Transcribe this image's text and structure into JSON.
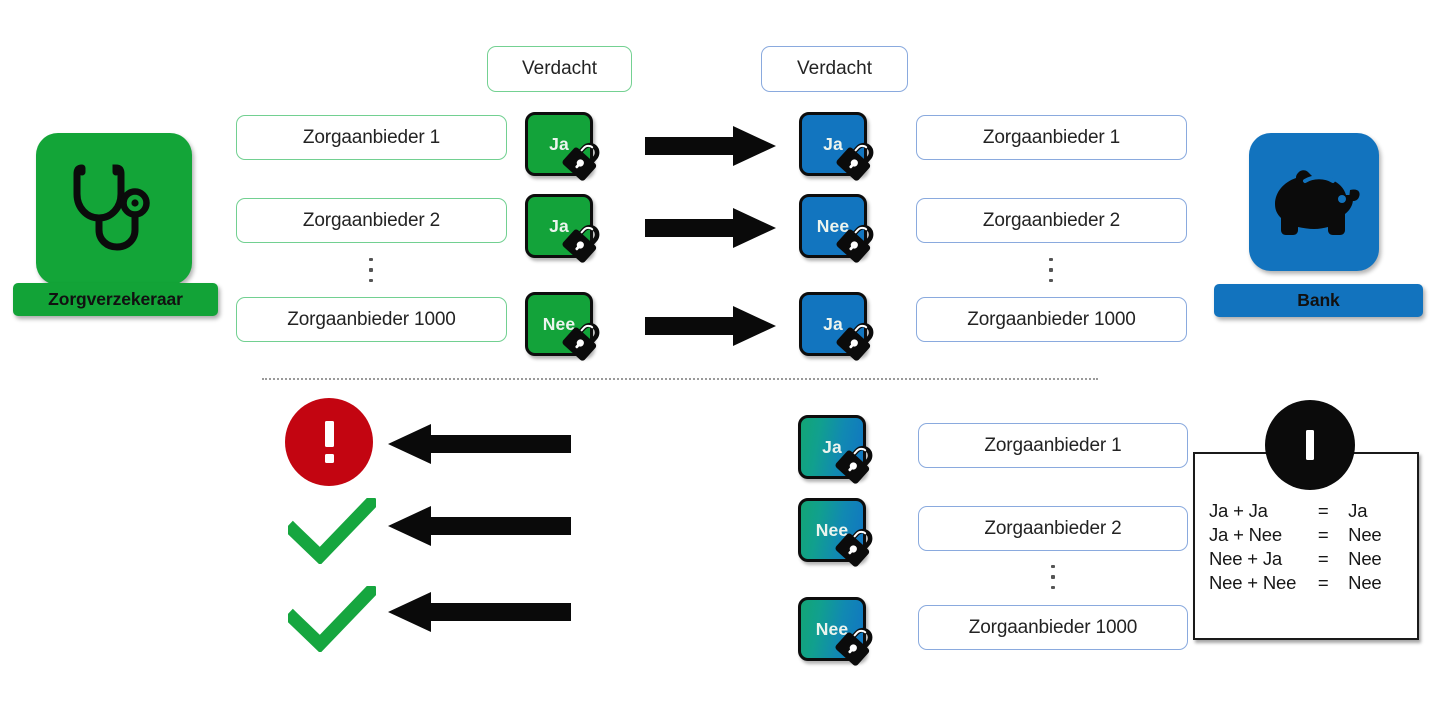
{
  "diagram": {
    "entities": {
      "insurer": {
        "label": "Zorgverzekeraar",
        "icon": "stethoscope-icon",
        "color": "#13A538"
      },
      "bank": {
        "label": "Bank",
        "icon": "piggy-bank-icon",
        "color": "#1273BE"
      }
    },
    "column_headers": {
      "insurer_side": "Verdacht",
      "bank_side": "Verdacht"
    },
    "ellipsis_glyph": "vertical-ellipsis",
    "top_section": {
      "insurer_rows": [
        {
          "provider": "Zorgaanbieder 1",
          "share": "Ja",
          "lock": "padlock-icon"
        },
        {
          "provider": "Zorgaanbieder 2",
          "share": "Ja",
          "lock": "padlock-icon"
        },
        {
          "provider": "Zorgaanbieder 1000",
          "share": "Nee",
          "lock": "padlock-icon"
        }
      ],
      "bank_rows": [
        {
          "share": "Ja",
          "provider": "Zorgaanbieder 1",
          "lock": "padlock-icon"
        },
        {
          "share": "Nee",
          "provider": "Zorgaanbieder 2",
          "lock": "padlock-icon"
        },
        {
          "share": "Ja",
          "provider": "Zorgaanbieder 1000",
          "lock": "padlock-icon"
        }
      ],
      "arrow_direction": "right"
    },
    "bottom_section": {
      "arrow_direction": "left",
      "rows": [
        {
          "result": "alert",
          "share": "Ja",
          "provider": "Zorgaanbieder 1",
          "lock": "padlock-icon"
        },
        {
          "result": "check",
          "share": "Nee",
          "provider": "Zorgaanbieder 2",
          "lock": "padlock-icon"
        },
        {
          "result": "check",
          "share": "Nee",
          "provider": "Zorgaanbieder 1000",
          "lock": "padlock-icon"
        }
      ]
    },
    "info_callout": {
      "badge": "info-icon",
      "rows": [
        {
          "lhs": "Ja + Ja",
          "eq": "=",
          "rhs": "Ja"
        },
        {
          "lhs": "Ja + Nee",
          "eq": "=",
          "rhs": "Nee"
        },
        {
          "lhs": "Nee + Ja",
          "eq": "=",
          "rhs": "Nee"
        },
        {
          "lhs": "Nee + Nee",
          "eq": "=",
          "rhs": "Nee"
        }
      ]
    },
    "colors": {
      "green": "#13A33A",
      "green_border": "#72D091",
      "blue": "#1275BF",
      "blue_border": "#8AAADE",
      "alert_red": "#C30511",
      "check_green": "#16A63F",
      "arrow_black": "#0A0A0A",
      "divider_gray": "#9A9A9A"
    }
  }
}
